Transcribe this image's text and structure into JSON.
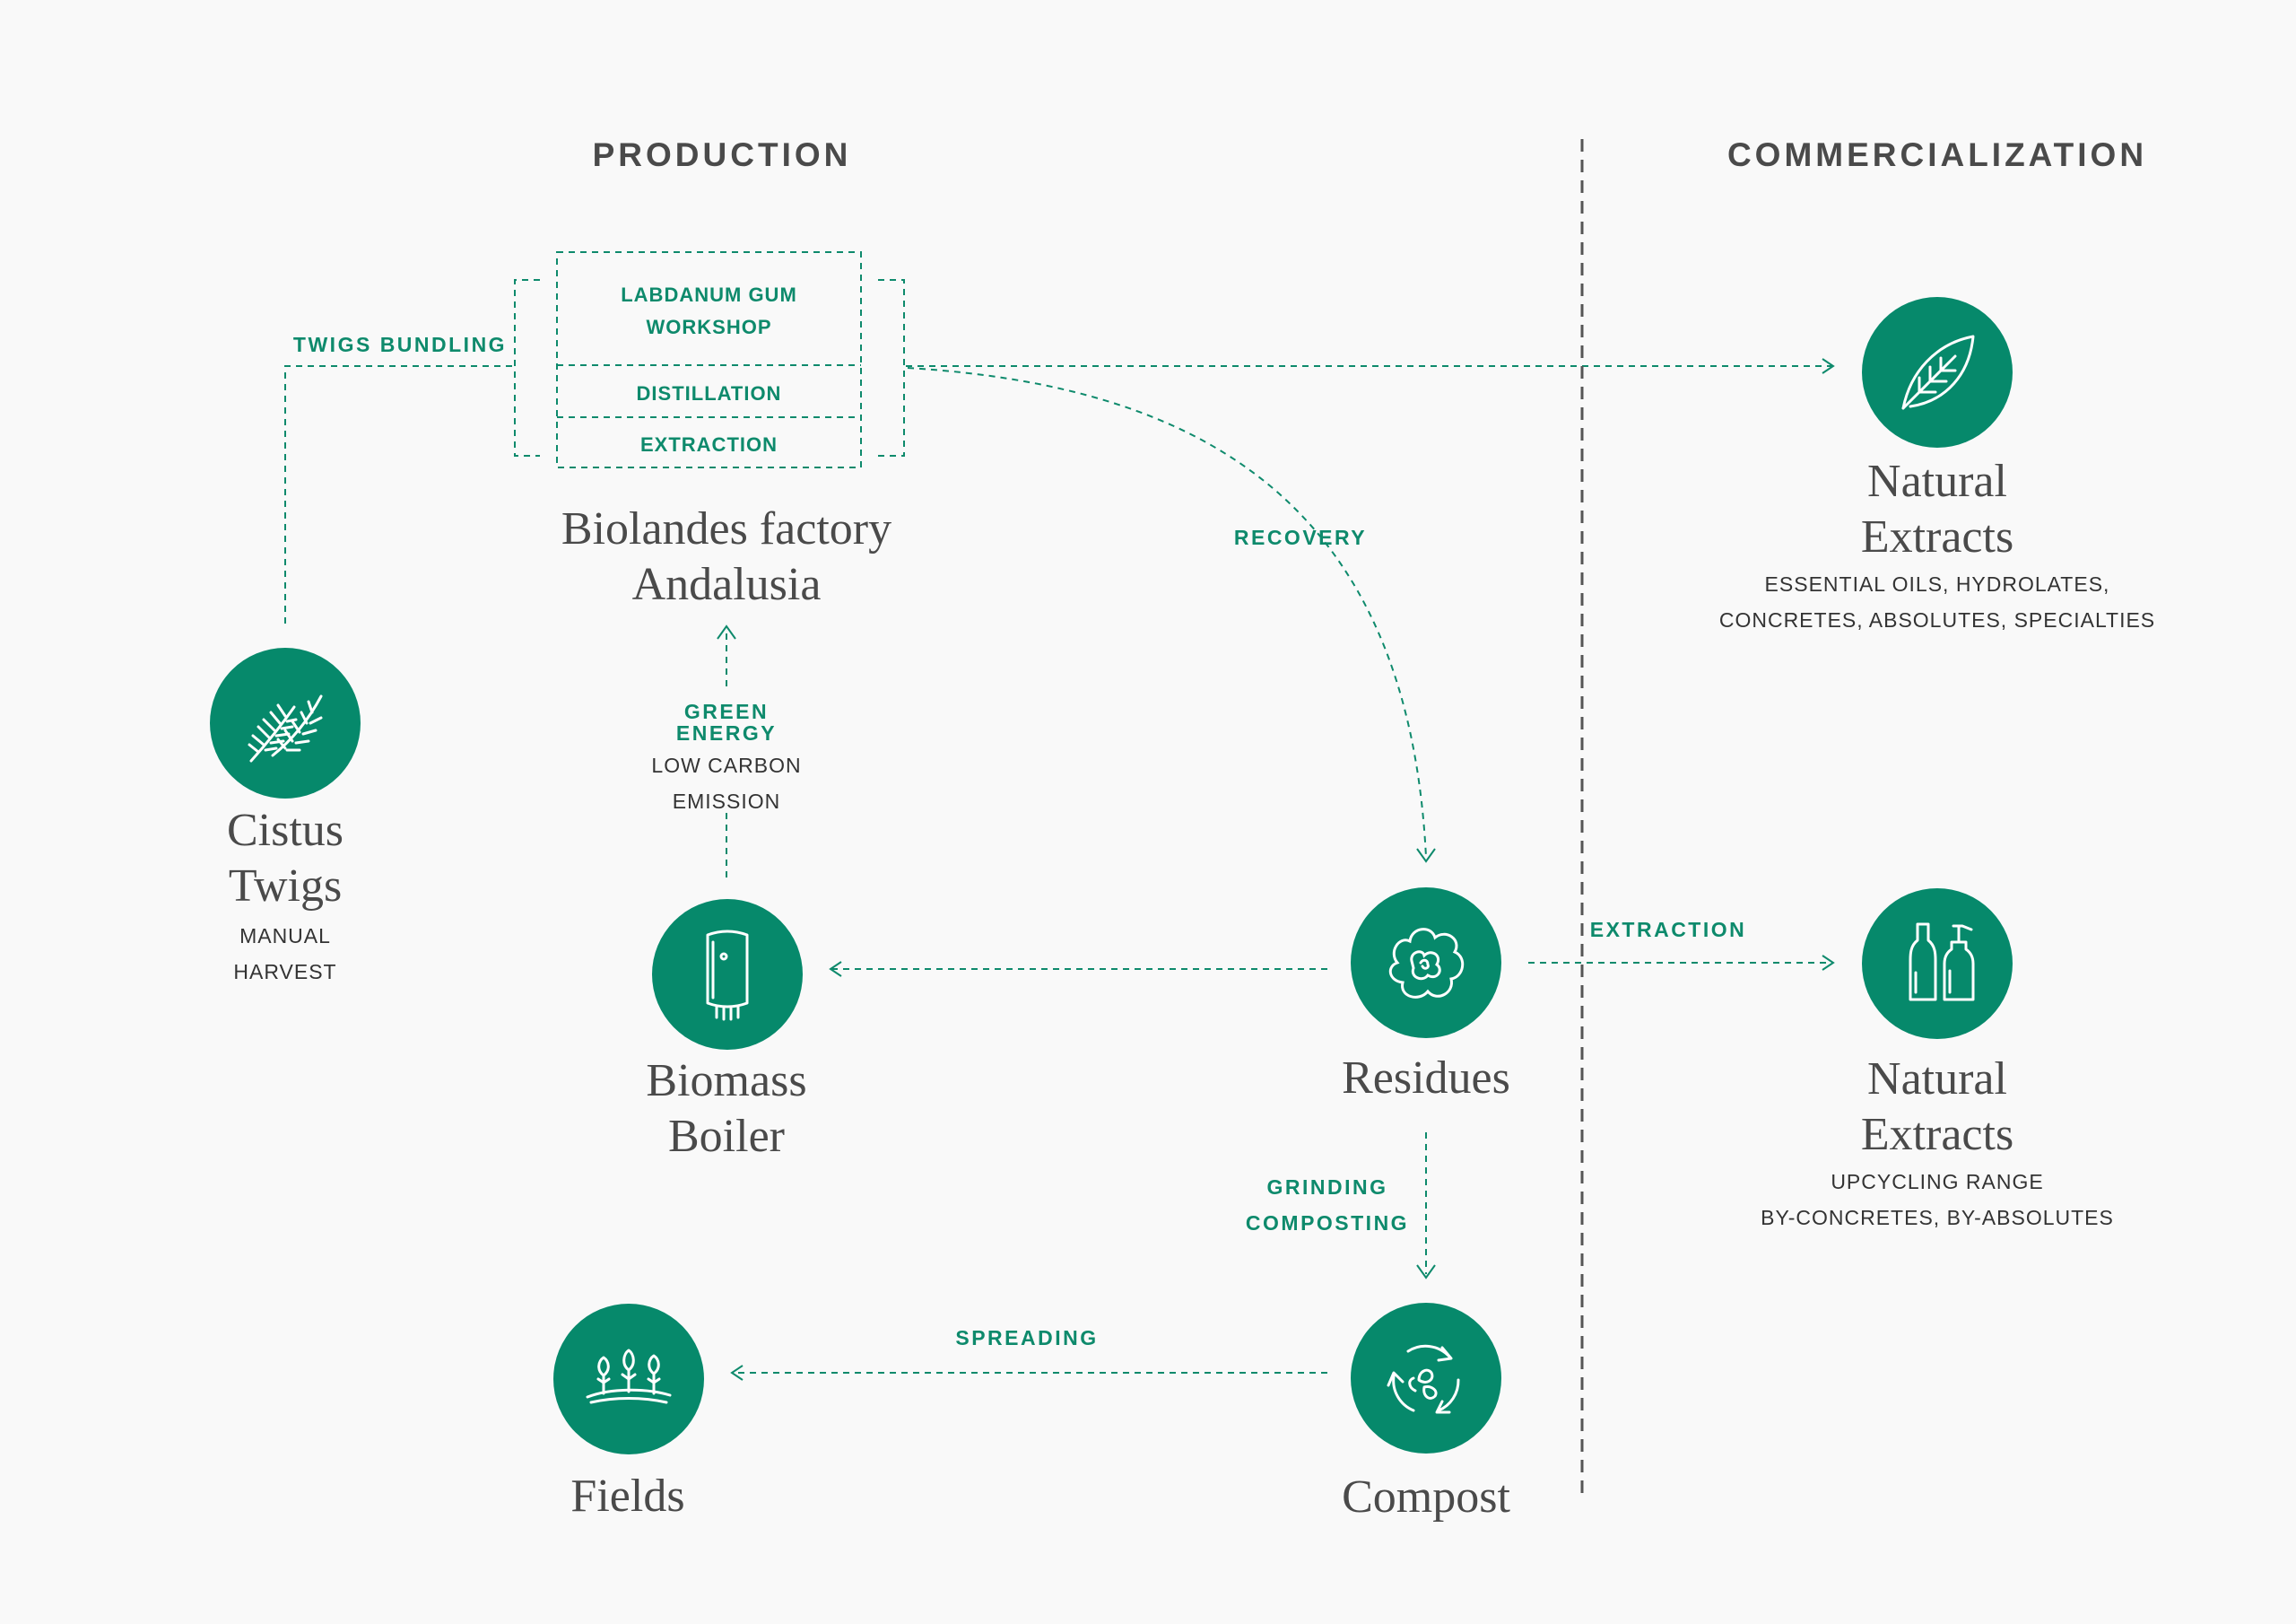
{
  "colors": {
    "accent": "#06896b",
    "label_green": "#0e8a6c",
    "text": "#4a4a4a",
    "divider": "#555555",
    "background": "#f9f9f9"
  },
  "sections": {
    "production": "PRODUCTION",
    "commercialization": "COMMERCIALIZATION"
  },
  "factory_box": {
    "workshop_line1": "LABDANUM GUM",
    "workshop_line2": "WORKSHOP",
    "distillation": "DISTILLATION",
    "extraction": "EXTRACTION"
  },
  "nodes": {
    "factory": {
      "title_line1": "Biolandes factory",
      "title_line2": "Andalusia"
    },
    "cistus": {
      "title_line1": "Cistus",
      "title_line2": "Twigs",
      "caption_line1": "MANUAL",
      "caption_line2": "HARVEST",
      "icon": "branch-icon"
    },
    "boiler": {
      "title_line1": "Biomass",
      "title_line2": "Boiler",
      "icon": "boiler-icon"
    },
    "residues": {
      "title": "Residues",
      "icon": "residues-icon"
    },
    "fields": {
      "title": "Fields",
      "icon": "sprouts-icon"
    },
    "compost": {
      "title": "Compost",
      "icon": "recycle-icon"
    },
    "extracts_top": {
      "title_line1": "Natural",
      "title_line2": "Extracts",
      "caption_line1": "ESSENTIAL OILS, HYDROLATES,",
      "caption_line2": "CONCRETES, ABSOLUTES, SPECIALTIES",
      "icon": "leaf-icon"
    },
    "extracts_bottom": {
      "title_line1": "Natural",
      "title_line2": "Extracts",
      "caption_line1": "UPCYCLING RANGE",
      "caption_line2": "BY-CONCRETES, BY-ABSOLUTES",
      "icon": "bottles-icon"
    }
  },
  "flows": {
    "twigs_bundling": "TWIGS BUNDLING",
    "recovery": "RECOVERY",
    "green_energy_line1": "GREEN",
    "green_energy_line2": "ENERGY",
    "low_carbon_line1": "LOW CARBON",
    "low_carbon_line2": "EMISSION",
    "extraction": "EXTRACTION",
    "grinding": "GRINDING",
    "composting": "COMPOSTING",
    "spreading": "SPREADING"
  }
}
